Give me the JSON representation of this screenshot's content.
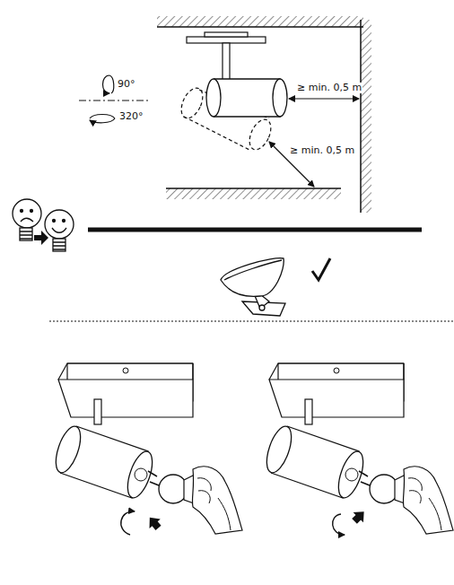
{
  "diagram": {
    "labels": [
      "90°",
      "320°",
      "≥ min. 0,5 m",
      "≥ min. 0,5 m"
    ]
  }
}
